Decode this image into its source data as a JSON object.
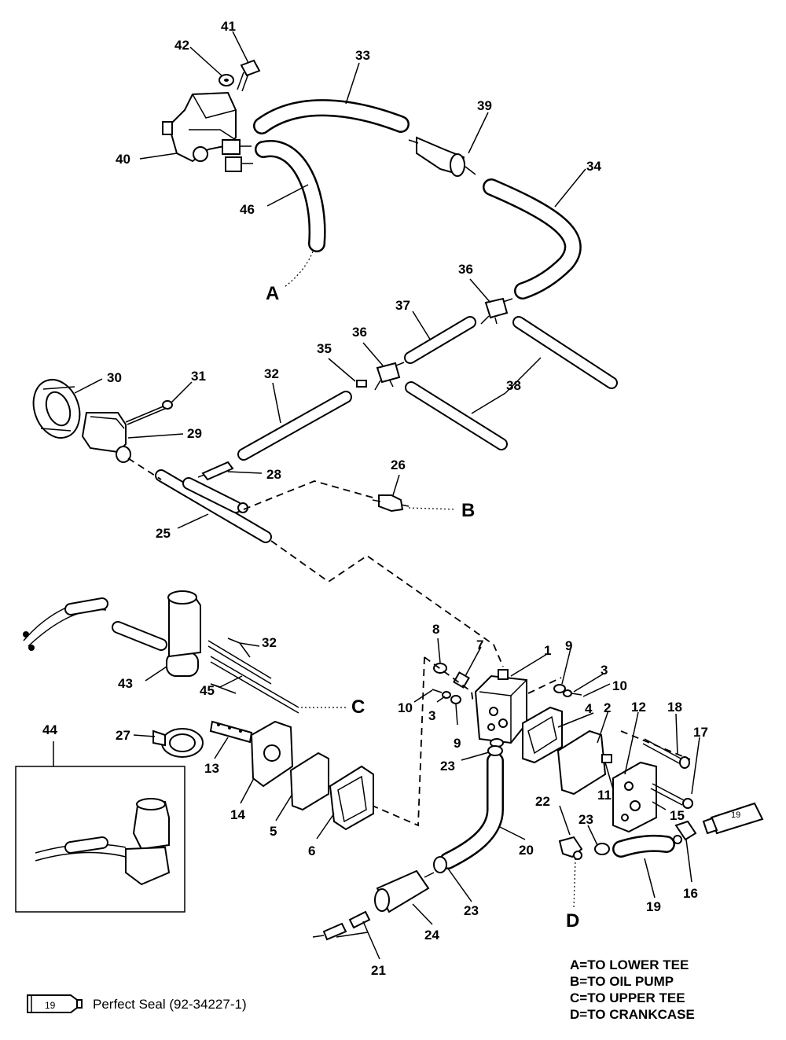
{
  "callouts": {
    "c41": "41",
    "c42": "42",
    "c33": "33",
    "c39": "39",
    "c40": "40",
    "c34": "34",
    "c46": "46",
    "c36a": "36",
    "c37": "37",
    "c36b": "36",
    "c35": "35",
    "c30": "30",
    "c31": "31",
    "c32a": "32",
    "c38": "38",
    "c29": "29",
    "c26": "26",
    "c28": "28",
    "c25": "25",
    "c8": "8",
    "c7": "7",
    "c1": "1",
    "c9a": "9",
    "c32b": "32",
    "c3a": "3",
    "c10a": "10",
    "c43": "43",
    "c45": "45",
    "c10b": "10",
    "c3b": "3",
    "c9b": "9",
    "c4": "4",
    "c2": "2",
    "c12": "12",
    "c18": "18",
    "c17": "17",
    "c44": "44",
    "c27": "27",
    "c13": "13",
    "c14": "14",
    "c5": "5",
    "c6": "6",
    "c23a": "23",
    "c11": "11",
    "c15": "15",
    "c22": "22",
    "c23b": "23",
    "c20": "20",
    "c16": "16",
    "c19": "19",
    "c23c": "23",
    "c24": "24",
    "c21": "21"
  },
  "letters": {
    "A": "A",
    "B": "B",
    "C": "C",
    "D": "D"
  },
  "legend": [
    "A=TO LOWER TEE",
    "B=TO OIL PUMP",
    "C=TO UPPER TEE",
    "D=TO CRANKCASE"
  ],
  "sealant": {
    "tube_label": "19",
    "tube_label_small": "19",
    "description": "Perfect Seal (92-34227-1)"
  }
}
